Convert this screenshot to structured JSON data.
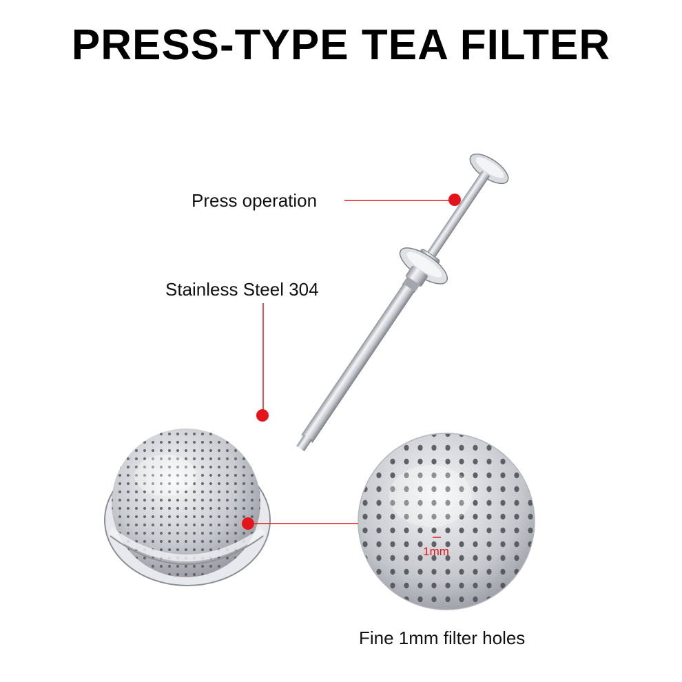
{
  "title": "PRESS-TYPE TEA FILTER",
  "callouts": {
    "press": "Press operation",
    "material": "Stainless Steel 304",
    "holes": "Fine 1mm filter holes"
  },
  "zoom_label": "1mm",
  "colors": {
    "accent_red": "#e3151b",
    "steel_light": "#eef0f3",
    "steel_mid": "#b9bdc3",
    "steel_dark": "#6d7178"
  }
}
